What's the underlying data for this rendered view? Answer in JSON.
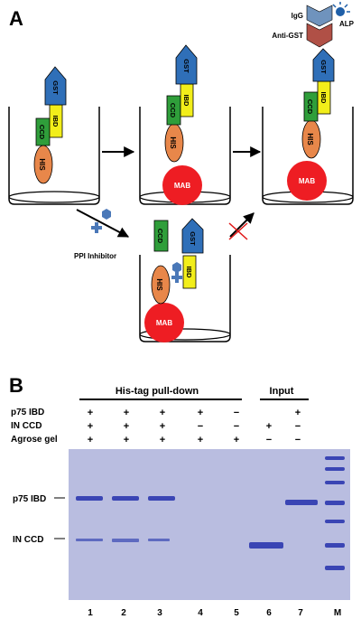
{
  "colors": {
    "his": "#e8874a",
    "ccd": "#2f9e3a",
    "ibd": "#f2ee1a",
    "gst": "#2f6fb8",
    "mab": "#ee1d23",
    "inhibitor": "#4a78b8",
    "anti_gst": "#b05046",
    "igg": "#6f93bd",
    "alp": "#1f5fa8",
    "gel_bg": "#b9bde0",
    "band": "#3a45b4",
    "cross": "#e01818"
  },
  "panel_a": {
    "letter": "A",
    "labels": {
      "his": "HIS",
      "ccd": "CCD",
      "ibd": "IBD",
      "gst": "GST",
      "mab": "MAB",
      "igg": "IgG",
      "anti_gst": "Anti-GST",
      "alp": "ALP",
      "ppi_inhibitor": "PPI Inhibitor"
    }
  },
  "panel_b": {
    "letter": "B",
    "header_pulldown": "His-tag pull-down",
    "header_input": "Input",
    "row_labels": [
      "p75 IBD",
      "IN  CCD",
      "Agrose gel"
    ],
    "signs": [
      [
        "+",
        "+",
        "+",
        "+",
        "−",
        "",
        "+"
      ],
      [
        "+",
        "+",
        "+",
        "−",
        "−",
        "+",
        "−"
      ],
      [
        "+",
        "+",
        "+",
        "+",
        "+",
        "−",
        "−"
      ]
    ],
    "band_labels": [
      "p75 IBD",
      "IN  CCD"
    ],
    "lane_numbers": [
      "1",
      "2",
      "3",
      "4",
      "5",
      "6",
      "7",
      "M"
    ]
  }
}
